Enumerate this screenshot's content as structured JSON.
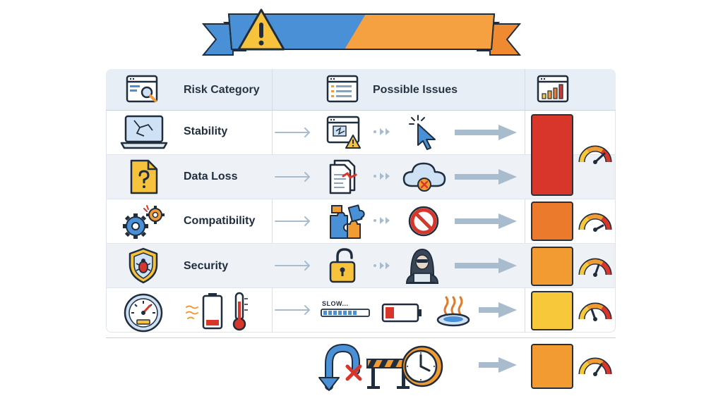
{
  "header": {
    "risk_category": "Risk Category",
    "possible_issues": "Possible Issues"
  },
  "rows": [
    {
      "label": "Stability",
      "severity_color": "#d9362b"
    },
    {
      "label": "Data Loss",
      "severity_color": "#d9362b"
    },
    {
      "label": "Compatibility",
      "severity_color": "#ec7a2c"
    },
    {
      "label": "Security",
      "severity_color": "#f29b33"
    },
    {
      "label": "",
      "severity_color": "#f7c93a"
    }
  ],
  "performance_row": {
    "slow_text": "SLOW..."
  },
  "extra_row": {
    "severity_color": "#f29b33"
  },
  "colors": {
    "banner_blue": "#4a90d6",
    "banner_orange": "#f5a142",
    "warning_yellow": "#f8c33c",
    "arrow_gray": "#a9bccd",
    "header_bg": "#e8eef5"
  },
  "icons": {
    "banner": "warning-triangle-icon",
    "header_col1": "browser-search-icon",
    "header_col2": "browser-list-icon",
    "header_col3": "browser-bar-chart-icon"
  }
}
